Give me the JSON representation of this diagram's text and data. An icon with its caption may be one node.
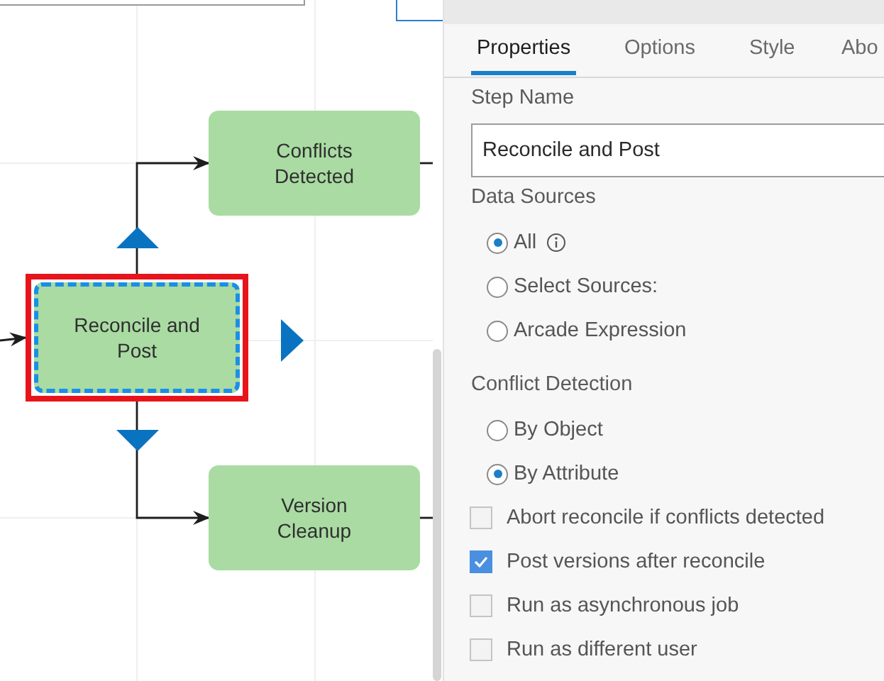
{
  "diagram": {
    "nodes": [
      {
        "text": [
          "Conflicts Detected"
        ]
      },
      {
        "text": [
          "Reconcile and Post"
        ]
      },
      {
        "text": [
          "Version Cleanup"
        ]
      }
    ],
    "edges": [
      {
        "from": null,
        "to": 1,
        "arrow": "to"
      },
      {
        "from": 1,
        "to": 0,
        "arrow": "to"
      },
      {
        "from": 1,
        "to": 2,
        "arrow": "to"
      },
      {
        "from": 0,
        "to": null,
        "arrow": "none"
      },
      {
        "from": 2,
        "to": null,
        "arrow": "none"
      }
    ],
    "labels": [
      "Properties",
      "Options",
      "Style",
      "Abo",
      "Step Name",
      "Reconcile and Post",
      "Data Sources",
      "All",
      "Select Sources:",
      "Arcade Expression",
      "Conflict Detection",
      "By Object",
      "By Attribute",
      "Abort reconcile if conflicts detected",
      "Post versions after reconcile",
      "Run as asynchronous job",
      "Run as different user"
    ]
  }
}
